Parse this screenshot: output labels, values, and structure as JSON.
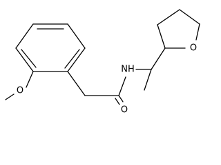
{
  "atom_labels": {
    "methoxy_oxygen": "O",
    "nitrogen_hydrogen": "NH",
    "carbonyl_oxygen": "O",
    "ring_oxygen": "O"
  }
}
